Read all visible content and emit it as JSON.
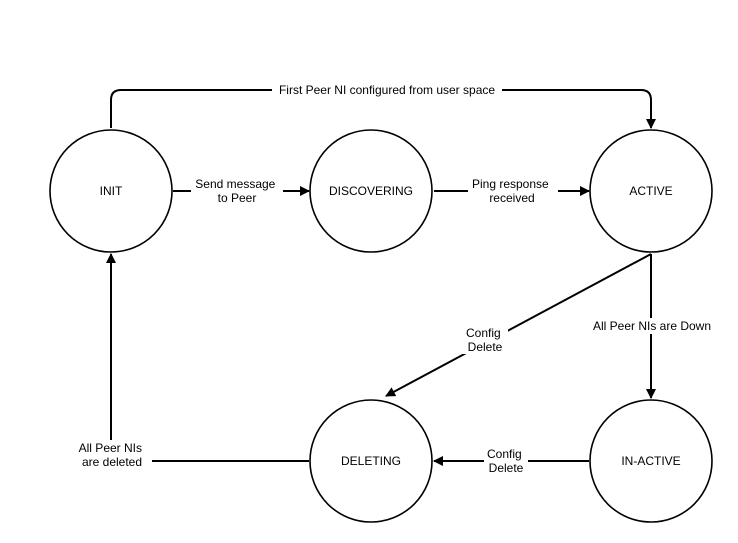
{
  "states": {
    "init": "INIT",
    "discovering": "DISCOVERING",
    "active": "ACTIVE",
    "deleting": "DELETING",
    "inactive": "IN-ACTIVE"
  },
  "transitions": {
    "init_to_active": [
      "First Peer NI configured from user space"
    ],
    "init_to_discovering": [
      "Send message",
      "to Peer"
    ],
    "discovering_to_active": [
      "Ping response",
      "received"
    ],
    "active_to_deleting": [
      "Config",
      "Delete"
    ],
    "active_to_inactive": [
      "All Peer NIs are Down"
    ],
    "inactive_to_deleting": [
      "Config",
      "Delete"
    ],
    "deleting_to_init": [
      "All Peer NIs",
      "are deleted"
    ]
  }
}
